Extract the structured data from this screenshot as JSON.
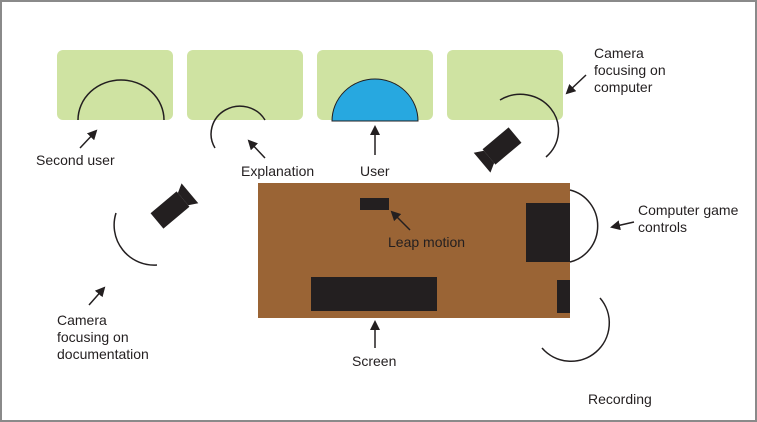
{
  "labels": {
    "second_user": "Second user",
    "explanation": "Explanation",
    "user": "User",
    "camera_computer": "Camera\nfocusing on\ncomputer",
    "leap_motion": "Leap motion",
    "computer_game_controls": "Computer game\ncontrols",
    "camera_documentation": "Camera\nfocusing on\ndocumentation",
    "screen": "Screen",
    "recording": "Recording"
  },
  "colors": {
    "seat": "#cfe3a2",
    "user_head": "#27a8e0",
    "table": "#9a6435",
    "device": "#231f20",
    "frame": "#8a8a8a"
  }
}
